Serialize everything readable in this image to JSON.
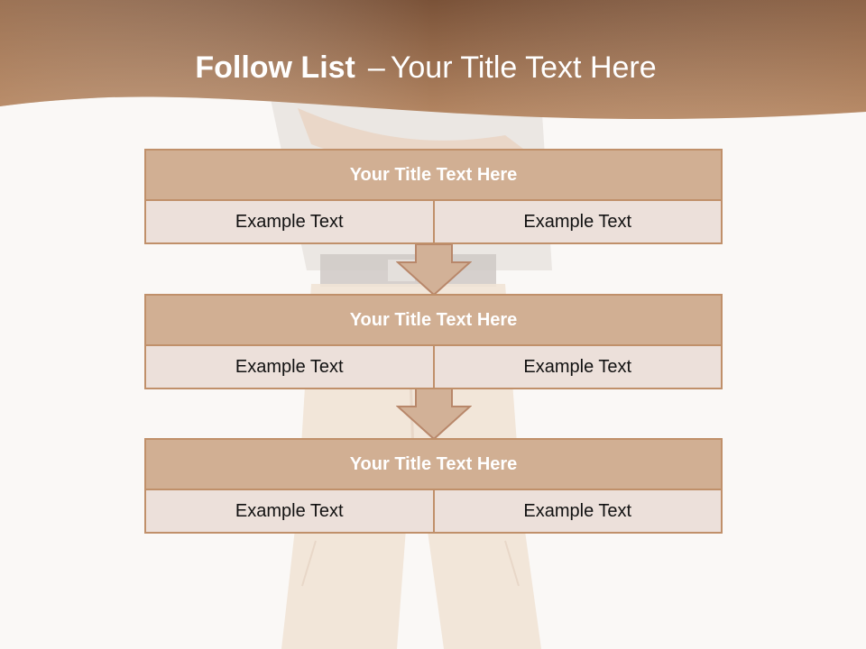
{
  "slide": {
    "title_bold": "Follow List",
    "title_dash": "–",
    "title_rest": "Your Title Text Here"
  },
  "colors": {
    "header_dark": "#7a5238",
    "header_light": "#b98a66",
    "block_header": "#d1af93",
    "block_border": "#c0906a",
    "block_cell": "#ece0da",
    "arrow_fill": "#d2b197"
  },
  "steps": [
    {
      "title": "Your Title Text Here",
      "left": "Example Text",
      "right": "Example Text"
    },
    {
      "title": "Your Title Text Here",
      "left": "Example Text",
      "right": "Example Text"
    },
    {
      "title": "Your Title Text Here",
      "left": "Example Text",
      "right": "Example Text"
    }
  ],
  "icons": [
    "down-arrow-icon",
    "down-arrow-icon"
  ]
}
